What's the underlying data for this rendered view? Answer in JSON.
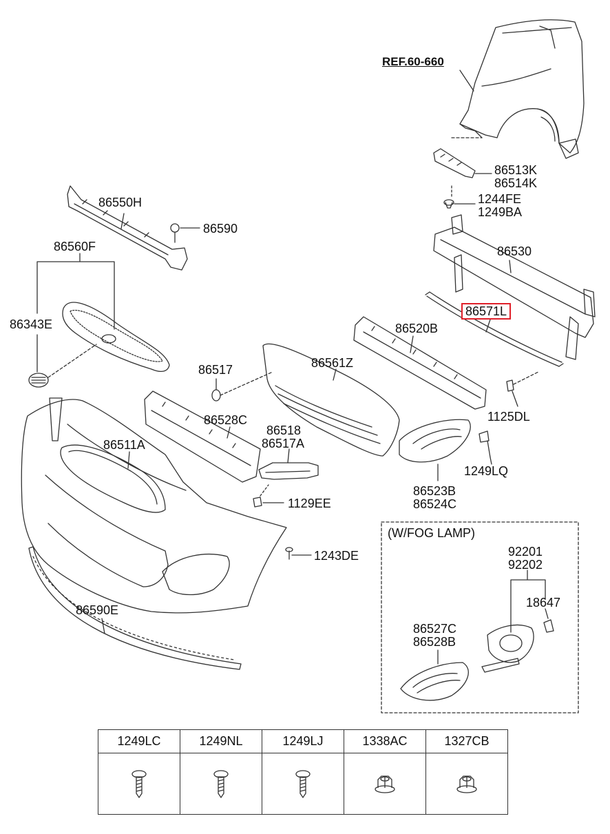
{
  "reference": {
    "label": "REF.60-660"
  },
  "parts": [
    {
      "id": "p86513k",
      "label": "86513K"
    },
    {
      "id": "p86514k",
      "label": "86514K"
    },
    {
      "id": "p1244fe",
      "label": "1244FE"
    },
    {
      "id": "p1249ba",
      "label": "1249BA"
    },
    {
      "id": "p86550h",
      "label": "86550H"
    },
    {
      "id": "p86590",
      "label": "86590"
    },
    {
      "id": "p86560f",
      "label": "86560F"
    },
    {
      "id": "p86530",
      "label": "86530"
    },
    {
      "id": "p86571l",
      "label": "86571L",
      "highlighted": true
    },
    {
      "id": "p86343e",
      "label": "86343E"
    },
    {
      "id": "p86520b",
      "label": "86520B"
    },
    {
      "id": "p86517",
      "label": "86517"
    },
    {
      "id": "p86561z",
      "label": "86561Z"
    },
    {
      "id": "p1125dl",
      "label": "1125DL"
    },
    {
      "id": "p86528c",
      "label": "86528C"
    },
    {
      "id": "p86518",
      "label": "86518"
    },
    {
      "id": "p86517a",
      "label": "86517A"
    },
    {
      "id": "p86511a",
      "label": "86511A"
    },
    {
      "id": "p1249lq",
      "label": "1249LQ"
    },
    {
      "id": "p86523b",
      "label": "86523B"
    },
    {
      "id": "p86524c",
      "label": "86524C"
    },
    {
      "id": "p1129ee",
      "label": "1129EE"
    },
    {
      "id": "p1243de",
      "label": "1243DE"
    },
    {
      "id": "p92201",
      "label": "92201"
    },
    {
      "id": "p92202",
      "label": "92202"
    },
    {
      "id": "p18647",
      "label": "18647"
    },
    {
      "id": "p86590e",
      "label": "86590E"
    },
    {
      "id": "p86527c",
      "label": "86527C"
    },
    {
      "id": "p86528b",
      "label": "86528B"
    }
  ],
  "fog_lamp_box": {
    "title": "(W/FOG LAMP)"
  },
  "fastener_table": {
    "headers": [
      "1249LC",
      "1249NL",
      "1249LJ",
      "1338AC",
      "1327CB"
    ],
    "icons": [
      "screw-icon",
      "screw-icon",
      "screw-icon",
      "flange-nut-icon",
      "flange-nut-icon"
    ]
  },
  "colors": {
    "line": "#333333",
    "highlight": "#e0202a"
  }
}
